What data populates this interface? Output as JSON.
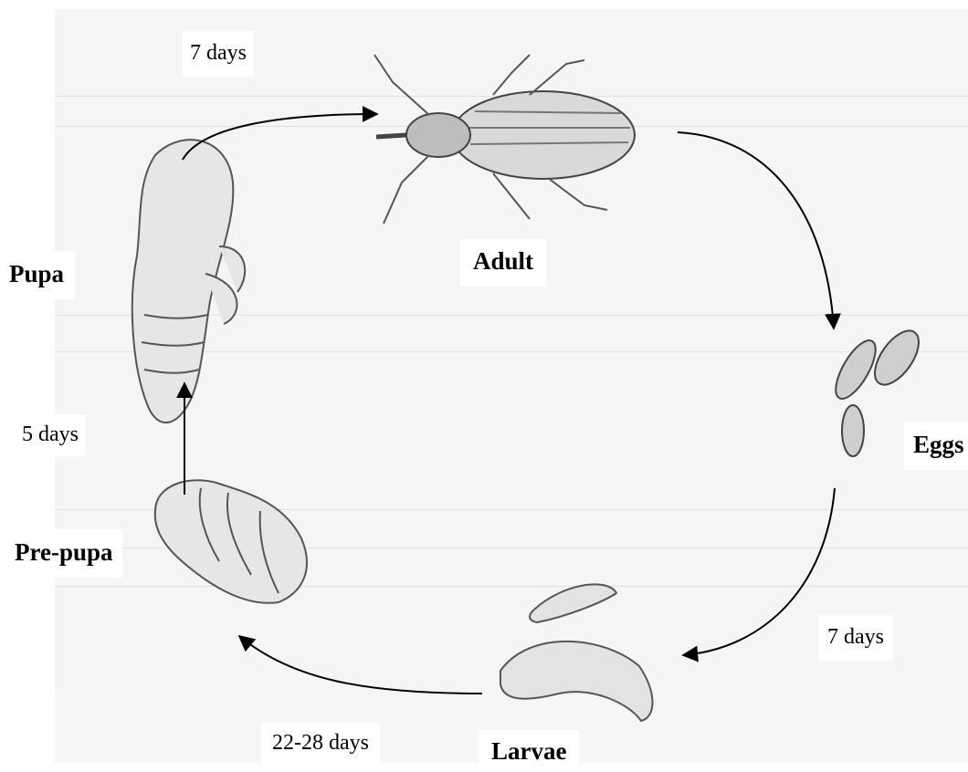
{
  "stages": {
    "adult": "Adult",
    "eggs": "Eggs",
    "larvae": "Larvae",
    "prepupa": "Pre-pupa",
    "pupa": "Pupa"
  },
  "durations": {
    "pupa_to_adult": "7 days",
    "eggs_to_larvae": "7 days",
    "larvae_to_prepupa": "22-28 days",
    "prepupa_to_pupa": "5 days"
  },
  "colors": {
    "arrow": "#000000",
    "sketch": "#555555",
    "paper": "#f4f4f4"
  }
}
